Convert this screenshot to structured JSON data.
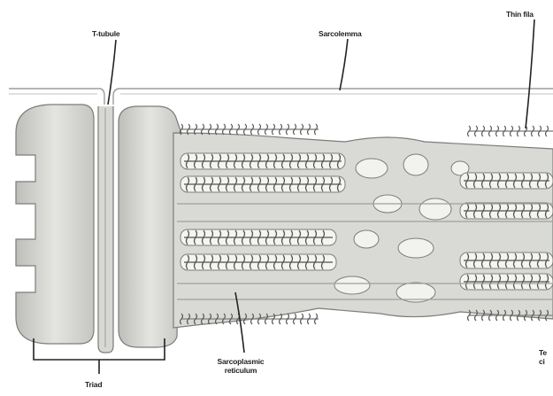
{
  "labels": {
    "t_tubule": "T-tubule",
    "sarcolemma": "Sarcolemma",
    "thin_filaments": "Thin fila",
    "sarcoplasmic_reticulum_line1": "Sarcoplasmic",
    "sarcoplasmic_reticulum_line2": "reticulum",
    "triad": "Triad",
    "terminal_cisternae_line1": "Te",
    "terminal_cisternae_line2": "ci"
  },
  "colors": {
    "membrane": "#cfd0cc",
    "membrane_light": "#e3e4e0",
    "membrane_dark": "#a8a9a5",
    "filament": "#8e8f8b",
    "outline": "#6f706c",
    "text": "#222222"
  }
}
